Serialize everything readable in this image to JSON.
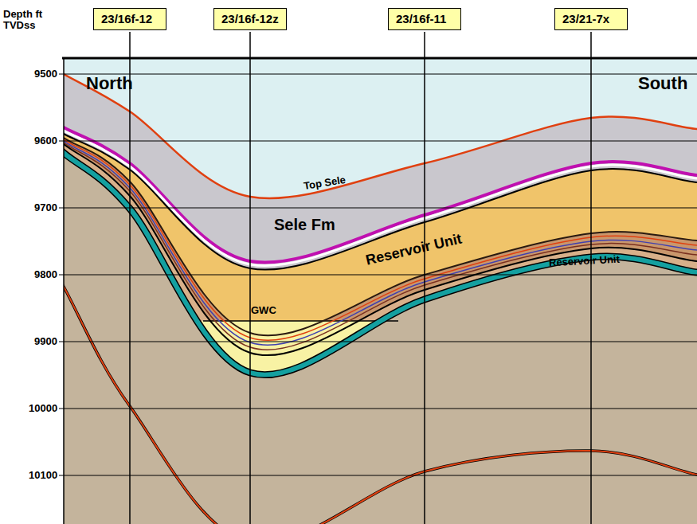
{
  "diagram": {
    "nodes": [
      {
        "text": [
          "23/16f-12"
        ]
      },
      {
        "text": [
          "23/16f-12z"
        ]
      },
      {
        "text": [
          "23/16f-11"
        ]
      },
      {
        "text": [
          "23/21-7x"
        ]
      }
    ],
    "labels": [
      "Depth ft TVDss",
      "9500",
      "9600",
      "9700",
      "9800",
      "9900",
      "10000",
      "10100",
      "North",
      "South",
      "Top Sele",
      "Sele Fm",
      "Reservoir Unit",
      "GWC",
      "Reservoir Unit"
    ]
  }
}
